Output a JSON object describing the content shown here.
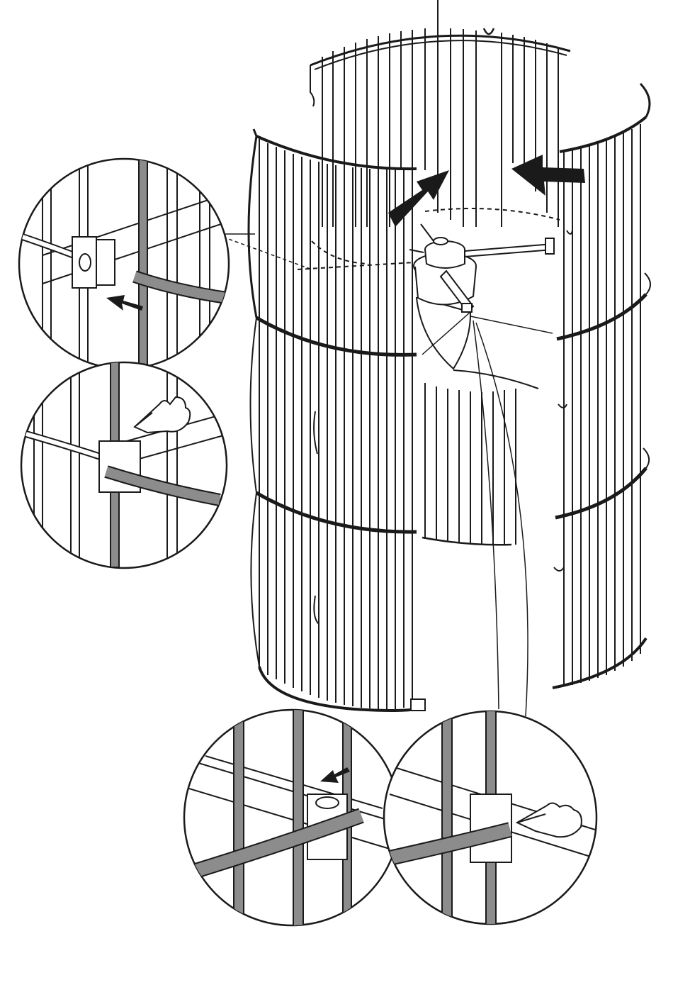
{
  "diagram": {
    "kind": "assembly-instruction",
    "text_labels": [],
    "colors": {
      "line": "#1a1a1a",
      "rail_fill": "#8c8c8c",
      "arrow_fill": "#1a1a1a",
      "background": "#ffffff"
    },
    "icons": [
      "push-arrow-icon",
      "pointing-hand-icon"
    ],
    "detail_views": [
      {
        "name": "detail-clip-slide",
        "icon": "push-arrow-icon"
      },
      {
        "name": "detail-clip-press",
        "icon": "pointing-hand-icon"
      },
      {
        "name": "detail-bottom-slide",
        "icon": "push-arrow-icon"
      },
      {
        "name": "detail-bottom-press",
        "icon": "pointing-hand-icon"
      }
    ]
  }
}
